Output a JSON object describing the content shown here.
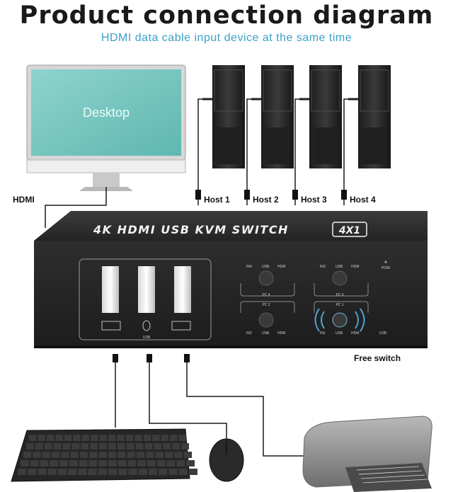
{
  "header": {
    "title": "Product connection diagram",
    "subtitle": "HDMI data cable input device at the same time"
  },
  "monitor": {
    "screen_text": "Desktop"
  },
  "labels": {
    "hdmi": "HDMI",
    "hosts": [
      "Host 1",
      "Host 2",
      "Host 3",
      "Host 4"
    ],
    "free_switch": "Free switch"
  },
  "switch_box": {
    "name": "4K HDMI USB KVM SWITCH",
    "badge": "4X1",
    "port_group_label": "USB",
    "power_label": "POW",
    "usb_label": "USB",
    "pc_groups": [
      {
        "pc": "PC 4",
        "in": "IN4",
        "usb": "USB",
        "hdmi": "HDM"
      },
      {
        "pc": "PC 3",
        "in": "IN3",
        "usb": "USB",
        "hdmi": "HDM"
      },
      {
        "pc": "PC 2",
        "in": "IN2",
        "usb": "USB",
        "hdmi": "HDM"
      },
      {
        "pc": "PC 1",
        "in": "IN1",
        "usb": "USB",
        "hdmi": "HDM"
      }
    ]
  },
  "colors": {
    "subtitle": "#3aa0c8",
    "box": "#2b2b2b",
    "screen": "#79c6c1"
  }
}
